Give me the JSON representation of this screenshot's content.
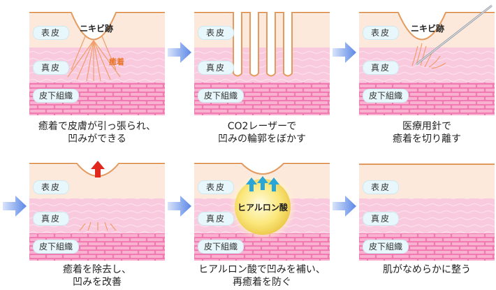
{
  "layers": {
    "epidermis": "表皮",
    "dermis": "真皮",
    "subcutaneous": "皮下組織"
  },
  "labels": {
    "scar": "ニキビ跡",
    "adhesion": "癒着",
    "hyaluronic_acid": "ヒアルロン酸"
  },
  "steps": [
    {
      "caption_line1": "癒着で皮膚が引っ張られ、",
      "caption_line2": "凹みができる"
    },
    {
      "caption_line1": "CO2レーザーで",
      "caption_line2": "凹みの輪郭をぼかす"
    },
    {
      "caption_line1": "医療用針で",
      "caption_line2": "癒着を切り離す"
    },
    {
      "caption_line1": "癒着を除去し、",
      "caption_line2": "凹みを改善"
    },
    {
      "caption_line1": "ヒアルロン酸で凹みを補い、",
      "caption_line2": "再癒着を防ぐ"
    },
    {
      "caption_line1": "肌がなめらかに整う",
      "caption_line2": ""
    }
  ],
  "colors": {
    "epidermis": "#fde9dc",
    "dermis": "#f9c4dc",
    "subcutaneous": "#f27ab2",
    "surface_line": "#e39a5e",
    "fiber": "#f09e6b",
    "arrow_blue": "#5b87e6",
    "arrow_red": "#e0281e",
    "arrow_cyan": "#28a6d8",
    "ha_sphere": "#fbe77a"
  }
}
